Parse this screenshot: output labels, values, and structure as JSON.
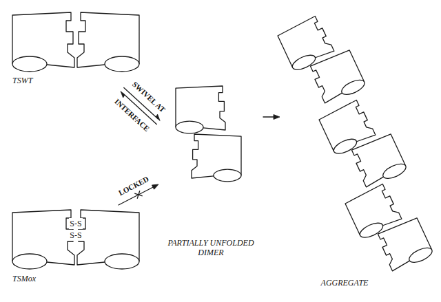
{
  "diagram": {
    "nodes": [
      {
        "text": [
          "TSWT"
        ]
      },
      {
        "text": [
          "S-S",
          "S-S",
          "TSMox"
        ]
      },
      {
        "text": [
          "PARTIALLY UNFOLDED DIMER"
        ]
      },
      {
        "text": [
          "AGGREGATE"
        ]
      }
    ],
    "edges": [
      {
        "from": 0,
        "to": 2,
        "label": "SWIVEL AT INTERFACE",
        "arrow": "both"
      },
      {
        "from": 1,
        "to": 2,
        "label": "LOCKED",
        "arrow": "to"
      },
      {
        "from": 2,
        "to": 3,
        "arrow": "to"
      }
    ]
  }
}
